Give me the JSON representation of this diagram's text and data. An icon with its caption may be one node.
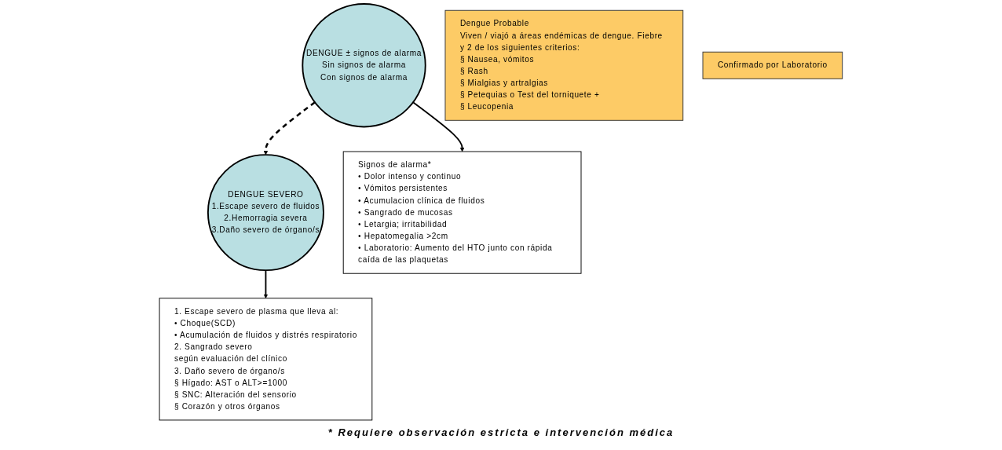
{
  "diagram": {
    "nodes": [
      {
        "text": [
          "DENGUE ± signos de alarma",
          "Sin signos de alarma",
          "Con signos de alarma"
        ]
      },
      {
        "text": [
          "DENGUE SEVERO",
          "1.Escape severo de fluidos",
          "2.Hemorragia severa",
          "3.Daño severo de órgano/s"
        ]
      },
      {
        "text": [
          "Dengue Probable",
          "Viven / viajó a áreas endémicas de dengue. Fiebre y 2 de los siguientes criterios:",
          "§ Nausea, vómitos",
          "§ Rash",
          "§ Mialgias y artralgias",
          "§ Petequias o Test del torniquete +",
          "§ Leucopenia"
        ]
      },
      {
        "text": [
          "Confirmado por Laboratorio"
        ]
      },
      {
        "text": [
          "Signos de alarma*",
          "• Dolor intenso y continuo",
          "• Vómitos persistentes",
          "• Acumulacion clínica de fluidos",
          "• Sangrado de mucosas",
          "• Letargia; irritabilidad",
          "• Hepatomegalia >2cm",
          "• Laboratorio: Aumento del HTO junto con rápida caída de las plaquetas"
        ]
      },
      {
        "text": [
          "1. Escape severo de plasma que lleva al:",
          "• Choque(SCD)",
          "• Acumulación de fluidos y distrés respiratorio",
          "2. Sangrado severo",
          "según evaluación del clínico",
          "3. Daño severo de órgano/s",
          "§ Hígado: AST o ALT>=1000",
          "§ SNC: Alteración del sensorio",
          "§ Corazón y otros órganos"
        ]
      }
    ],
    "edges": [
      {
        "from": 0,
        "to": 1,
        "arrow": "to",
        "style": "dashed"
      },
      {
        "from": 0,
        "to": 4,
        "arrow": "to"
      },
      {
        "from": 1,
        "to": 5,
        "arrow": "to"
      }
    ],
    "labels": [
      "* Requiere observación estricta e intervención médica"
    ]
  }
}
